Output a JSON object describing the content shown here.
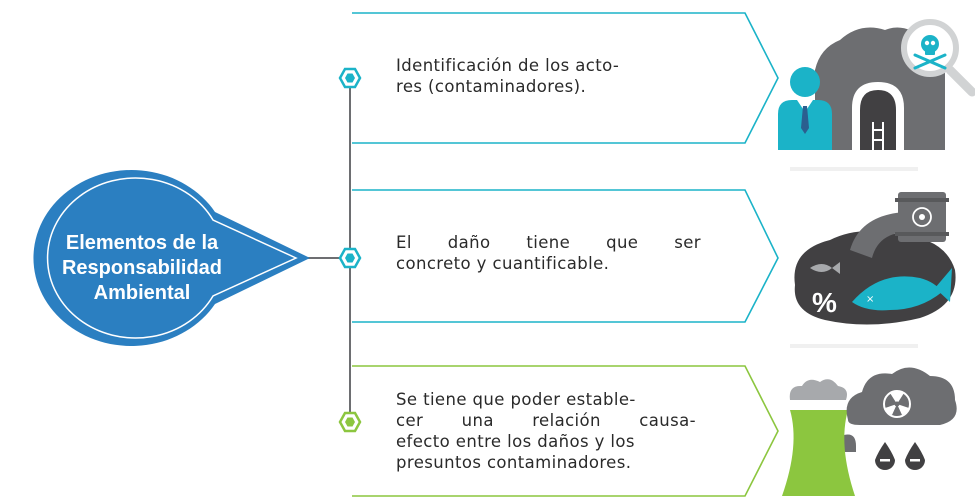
{
  "center": {
    "title_lines": [
      "Elementos de la",
      "Responsabilidad",
      "Ambiental"
    ]
  },
  "items": [
    {
      "lines": [
        "Identificación de los acto-",
        "res (contaminadores)."
      ],
      "accent": "#1bb3c8",
      "icon": "inspector-mine-icon"
    },
    {
      "lines": [
        "El daño tiene que ser",
        "concreto y cuantificable."
      ],
      "accent": "#1bb3c8",
      "icon": "polluted-water-fish-icon"
    },
    {
      "lines": [
        "Se tiene que poder estable-",
        "cer una relación causa-",
        "efecto entre los daños y los",
        "presuntos contaminadores."
      ],
      "accent": "#8cc63f",
      "icon": "factory-radioactive-cloud-icon"
    }
  ],
  "colors": {
    "teardrop": "#2b7fc1",
    "teal": "#1bb3c8",
    "green": "#8cc63f",
    "dark_gray": "#58595b",
    "mid_gray": "#6d6e71"
  }
}
